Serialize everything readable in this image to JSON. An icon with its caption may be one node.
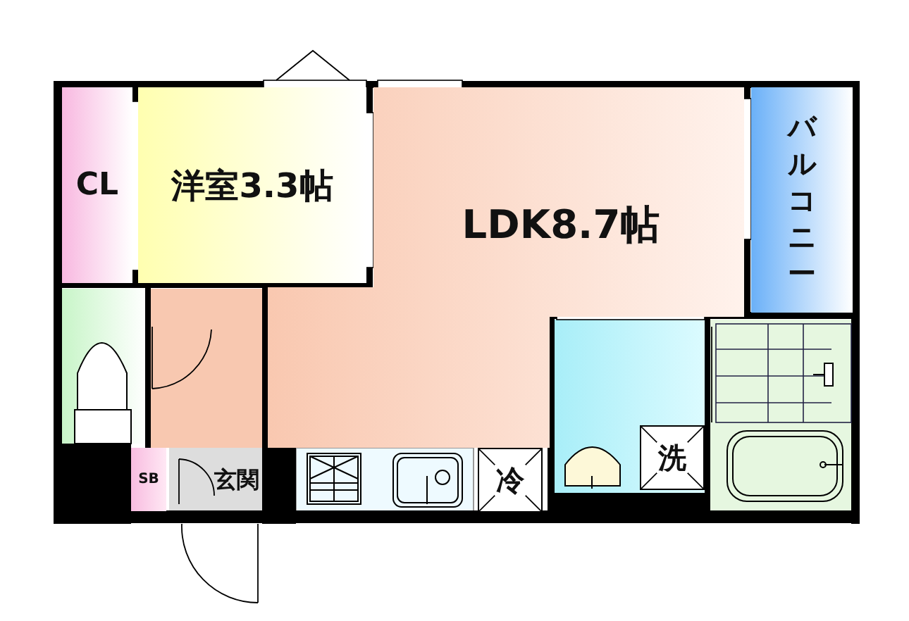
{
  "diagram": {
    "nodes": [
      {
        "text": [
          "CL"
        ]
      },
      {
        "text": [
          "洋室3.3帖"
        ]
      },
      {
        "text": [
          "LDK8.7帖"
        ]
      },
      {
        "text": [
          "バルコニー"
        ]
      },
      {
        "text": [
          "SB"
        ]
      },
      {
        "text": [
          "玄関"
        ]
      },
      {
        "text": [
          "冷"
        ]
      },
      {
        "text": [
          "洗"
        ]
      }
    ]
  }
}
